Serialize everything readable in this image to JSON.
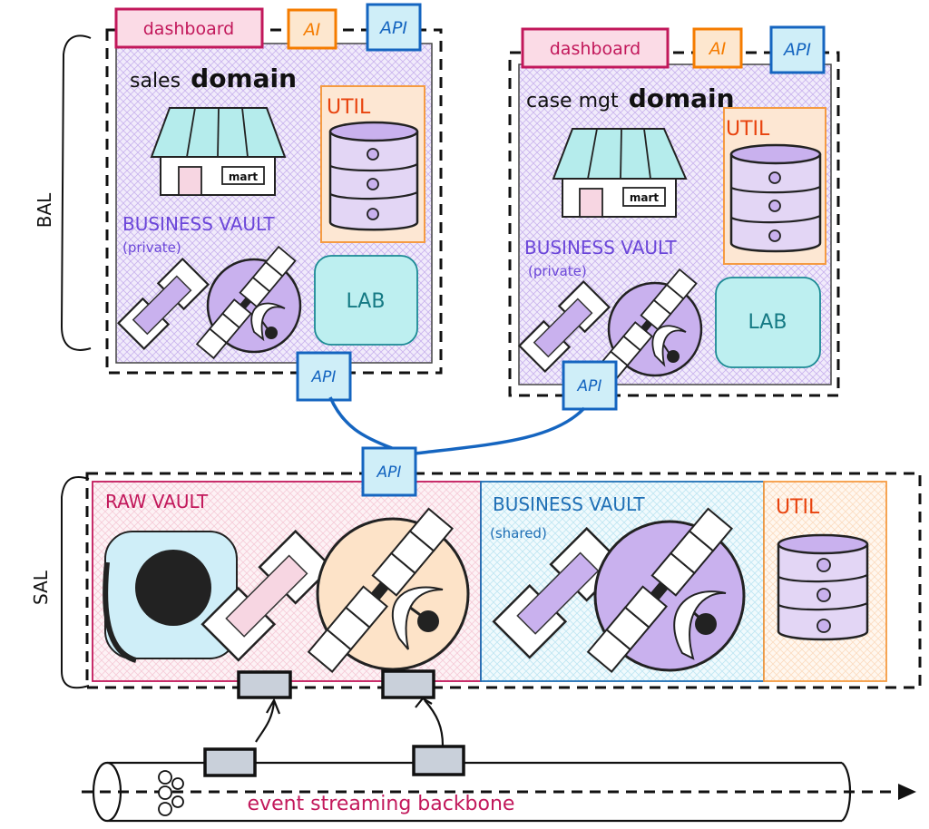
{
  "diagram": {
    "layers": {
      "bal": {
        "label": "BAL"
      },
      "sal": {
        "label": "SAL"
      }
    },
    "domains": [
      {
        "name_prefix": "sales",
        "name_suffix": "domain",
        "tags": {
          "dashboard": "dashboard",
          "ai": "AI",
          "api": "API"
        },
        "util_label": "UTIL",
        "mart_label": "mart",
        "business_vault_label": "BUSINESS VAULT",
        "business_vault_sub": "(private)",
        "lab_label": "LAB",
        "api_out": "API"
      },
      {
        "name_prefix": "case mgt",
        "name_suffix": "domain",
        "tags": {
          "dashboard": "dashboard",
          "ai": "AI",
          "api": "API"
        },
        "util_label": "UTIL",
        "mart_label": "mart",
        "business_vault_label": "BUSINESS VAULT",
        "business_vault_sub": "(private)",
        "lab_label": "LAB",
        "api_out": "API"
      }
    ],
    "shared": {
      "api": "API",
      "raw_vault_label": "RAW VAULT",
      "business_vault_label": "BUSINESS VAULT",
      "business_vault_sub": "(shared)",
      "util_label": "UTIL"
    },
    "backbone": {
      "label": "event streaming backbone"
    },
    "colors": {
      "dashboard": "#c2185b",
      "dashboard_fill": "#fbdbe6",
      "ai": "#f57c00",
      "ai_fill": "#fde7cf",
      "api": "#1565c0",
      "api_fill": "#cfeef8",
      "util_text": "#e8430e",
      "util_border": "#f59b42",
      "util_fill": "#fde7d3",
      "vault_purple": "#6b46d9",
      "vault_fill": "#c9b1ee",
      "lab_fill": "#bdeff0",
      "lab_border": "#1a8a94",
      "lab_text": "#157a84",
      "raw_vault": "#c2185b",
      "shared_vault": "#1f6fb5",
      "backbone_text": "#c2185b",
      "house_roof": "#b5ecec",
      "door": "#f7d6e2",
      "grey_box": "#c9d0da"
    }
  }
}
